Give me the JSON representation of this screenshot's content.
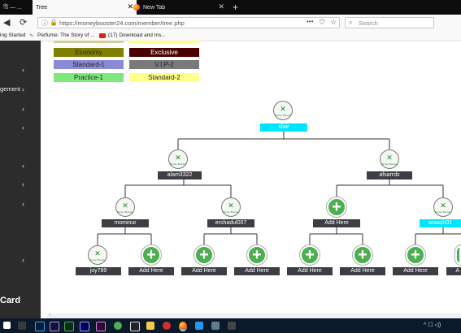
{
  "browser": {
    "tabs": [
      {
        "label": "ষ্টি — ..."
      },
      {
        "label": "Tree"
      },
      {
        "label": "New Tab"
      }
    ],
    "new_tab_glyph": "+",
    "close_glyph": "✕",
    "url": "https://moneybooster24.com/member/tree.php",
    "search_placeholder": "Search",
    "more_glyph": "•••",
    "bookmarks": [
      {
        "label": "ing Started"
      },
      {
        "label": "Perfume: The Story of ..."
      },
      {
        "label": "(17) Download and Ins..."
      }
    ]
  },
  "sidebar": {
    "items": [
      {
        "label": ""
      },
      {
        "label": "gement"
      },
      {
        "label": ""
      },
      {
        "label": ""
      },
      {
        "label": ""
      },
      {
        "label": ""
      },
      {
        "label": ""
      },
      {
        "label": ""
      }
    ],
    "footer": "Card"
  },
  "legend": [
    {
      "label": "Economy",
      "bg": "#808000",
      "fg": "#222222"
    },
    {
      "label": "Exclusive",
      "bg": "#4b0000",
      "fg": "#ffffff"
    },
    {
      "label": "Standard-1",
      "bg": "#8a8ad6",
      "fg": "#222222"
    },
    {
      "label": "V.I.P-2",
      "bg": "#7a7a7a",
      "fg": "#222222"
    },
    {
      "label": "Practice-1",
      "bg": "#7ee87e",
      "fg": "#222222"
    },
    {
      "label": "Standard-2",
      "bg": "#ffff8a",
      "fg": "#222222"
    }
  ],
  "tree": {
    "root": {
      "name": "sfair"
    },
    "level1": [
      {
        "name": "alam3322"
      },
      {
        "name": "afsarrdx"
      }
    ],
    "level2": [
      {
        "name": "mominur",
        "type": "member"
      },
      {
        "name": "ershadul007",
        "type": "member"
      },
      {
        "name": "Add Here",
        "type": "add"
      },
      {
        "name": "uraash01",
        "type": "member"
      }
    ],
    "level3": [
      {
        "name": "joy789",
        "type": "member"
      },
      {
        "name": "Add Here",
        "type": "add"
      },
      {
        "name": "Add Here",
        "type": "add"
      },
      {
        "name": "Add Here",
        "type": "add"
      },
      {
        "name": "Add Here",
        "type": "add"
      },
      {
        "name": "Add Here",
        "type": "add"
      },
      {
        "name": "Add Here",
        "type": "add"
      },
      {
        "name": "A",
        "type": "add"
      }
    ],
    "avatar_caption": "Money Booster"
  },
  "taskbar": {
    "tray_time_glyph": "^ ☐ ◁)"
  }
}
